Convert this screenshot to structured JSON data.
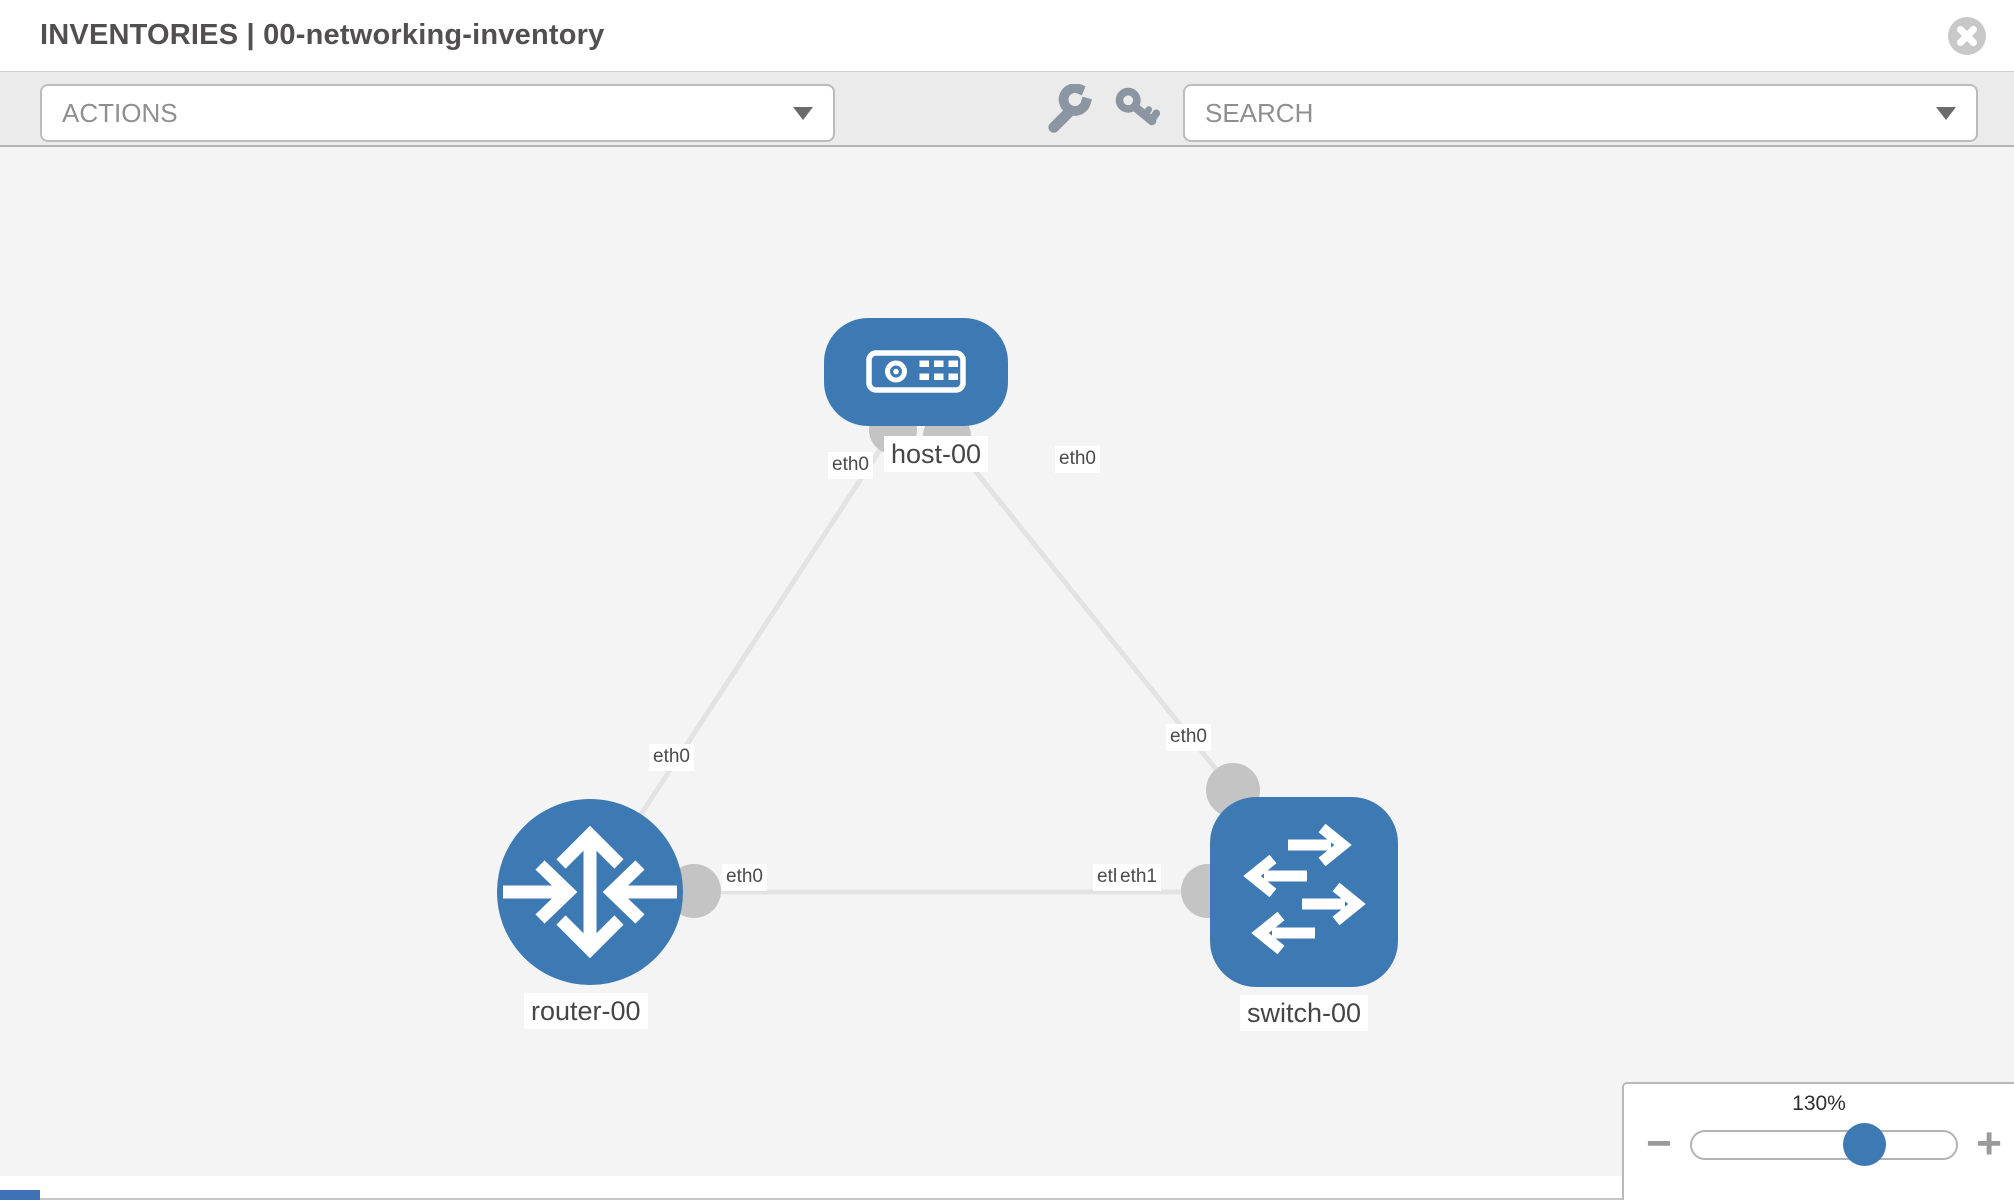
{
  "header": {
    "title": "INVENTORIES | 00-networking-inventory"
  },
  "toolbar": {
    "actions": {
      "label": "ACTIONS"
    },
    "search": {
      "placeholder": "SEARCH"
    },
    "tool_icons": [
      "wrench-icon",
      "key-icon"
    ]
  },
  "diagram": {
    "devices": [
      {
        "name": "host-00",
        "type": "host",
        "shape": "rounded-rect",
        "icon": "host-icon"
      },
      {
        "name": "router-00",
        "type": "router",
        "shape": "circle",
        "icon": "router-arrows-icon"
      },
      {
        "name": "switch-00",
        "type": "switch",
        "shape": "rounded-rect",
        "icon": "switch-arrows-icon"
      }
    ],
    "links": [
      {
        "from": "host-00",
        "to": "router-00"
      },
      {
        "from": "host-00",
        "to": "switch-00"
      },
      {
        "from": "router-00",
        "to": "switch-00"
      }
    ],
    "interface_labels": [
      {
        "text": "eth0",
        "position": "host-left"
      },
      {
        "text": "eth0",
        "position": "host-right"
      },
      {
        "text": "eth0",
        "position": "link-to-router"
      },
      {
        "text": "eth0",
        "position": "link-to-switch"
      },
      {
        "text": "eth0",
        "position": "router-right"
      },
      {
        "text": "eth0",
        "position": "switch-left-under"
      },
      {
        "text": "eth1",
        "position": "switch-left-over"
      }
    ]
  },
  "zoom": {
    "level": "130%",
    "zoom_out_label": "−",
    "zoom_in_label": "+"
  },
  "icons": {
    "close": "circle-x",
    "dropdown": "caret-down",
    "wrench": "wrench",
    "key": "key",
    "zoom_out": "minus",
    "zoom_in": "plus"
  },
  "colors": {
    "node_blue": "#3d7ab3",
    "link_gray": "#e3e3e3",
    "endpoint_gray": "#c4c4c4",
    "canvas_bg": "#f4f4f4",
    "toolbar_bg": "#ebebeb"
  }
}
